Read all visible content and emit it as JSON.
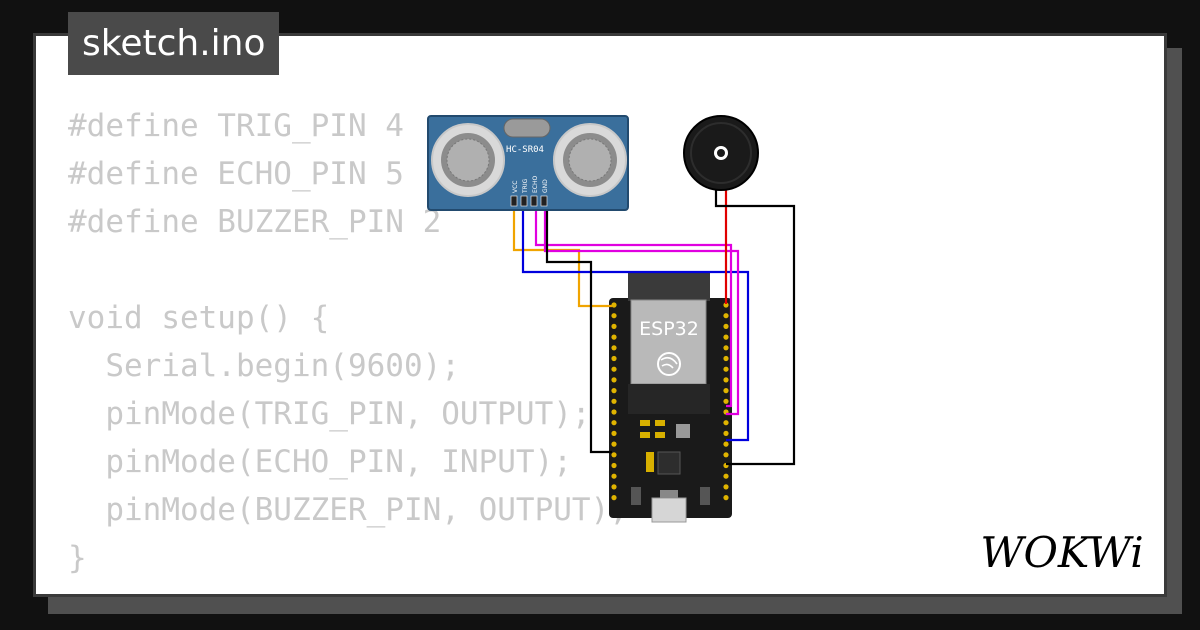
{
  "header": {
    "filename": "sketch.ino"
  },
  "code": {
    "lines": [
      "#define TRIG_PIN 4",
      "#define ECHO_PIN 5",
      "#define BUZZER_PIN 2",
      "",
      "void setup() {",
      "  Serial.begin(9600);",
      "  pinMode(TRIG_PIN, OUTPUT);",
      "  pinMode(ECHO_PIN, INPUT);",
      "  pinMode(BUZZER_PIN, OUTPUT);",
      "}"
    ]
  },
  "circuit": {
    "sensor": {
      "label": "HC-SR04",
      "pins": [
        "VCC",
        "TRIG",
        "ECHO",
        "GND"
      ],
      "icon": "ultrasonic-sensor-icon"
    },
    "board": {
      "label": "ESP32",
      "icon": "esp32-board-icon"
    },
    "buzzer": {
      "icon": "buzzer-icon"
    },
    "wire_colors": {
      "vcc": "#f0a400",
      "trig": "#0000dd",
      "echo": "#e000e0",
      "gnd": "#000000",
      "buzzer_signal": "#e00000"
    }
  },
  "logo": {
    "text": "WOKWi"
  },
  "colors": {
    "background": "#111111",
    "card": "#ffffff",
    "tab": "#4a4a4a",
    "code_text": "#c9c9c9",
    "sensor_blue": "#3a6f9c"
  }
}
